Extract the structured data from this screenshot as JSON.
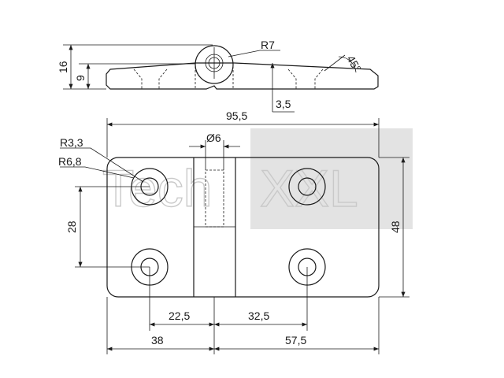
{
  "watermark": {
    "text_left": "Tech",
    "text_right": "XXL"
  },
  "side_view": {
    "height_total": "16",
    "height_leaf": "9",
    "knuckle_radius": "R7",
    "chamfer_angle": "45°",
    "thickness_detail": "3,5"
  },
  "top_view": {
    "overall_width": "95,5",
    "pin_diameter": "Ø6",
    "hole_radius": "R3,3",
    "boss_radius": "R6,8",
    "hole_spacing_vertical": "28",
    "overall_height": "48",
    "left_hole_offset": "22,5",
    "right_hole_offset": "32,5",
    "left_leaf_width": "38",
    "right_leaf_width": "57,5"
  },
  "colors": {
    "line": "#1a1a1a",
    "watermark_fill": "#e3e3e3",
    "watermark_stroke": "#c9c9c9"
  }
}
